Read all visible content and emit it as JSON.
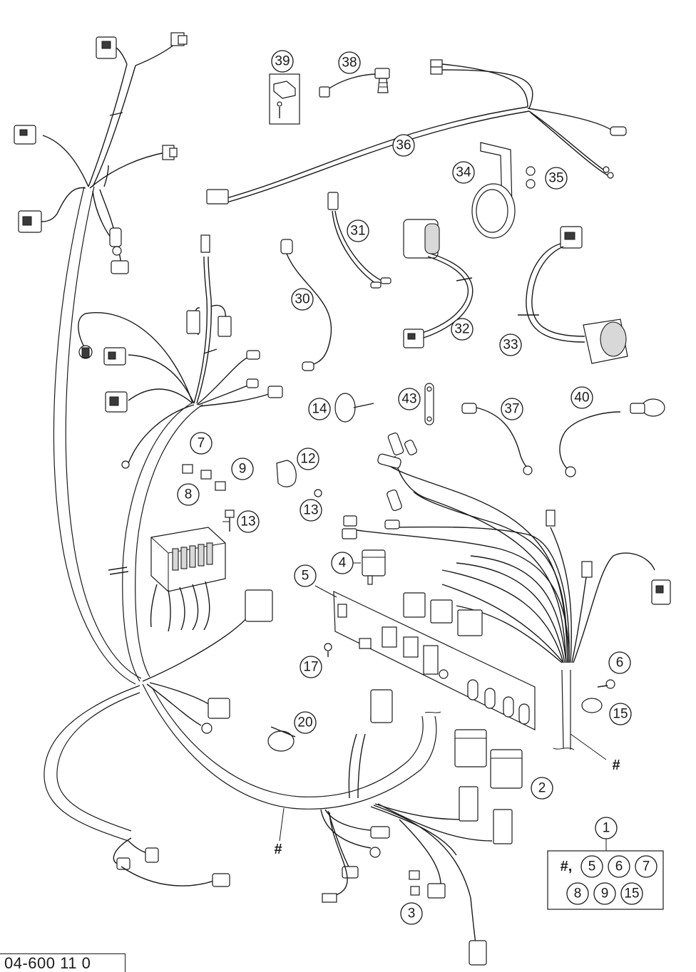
{
  "diagram": {
    "reference": "04-600 11 0",
    "callouts": [
      {
        "id": "c1",
        "label": "1"
      },
      {
        "id": "c2",
        "label": "2"
      },
      {
        "id": "c3",
        "label": "3"
      },
      {
        "id": "c4",
        "label": "4"
      },
      {
        "id": "c5",
        "label": "5"
      },
      {
        "id": "c6",
        "label": "6"
      },
      {
        "id": "c7",
        "label": "7"
      },
      {
        "id": "c8",
        "label": "8"
      },
      {
        "id": "c9",
        "label": "9"
      },
      {
        "id": "c12",
        "label": "12"
      },
      {
        "id": "c13a",
        "label": "13"
      },
      {
        "id": "c13b",
        "label": "13"
      },
      {
        "id": "c14",
        "label": "14"
      },
      {
        "id": "c15",
        "label": "15"
      },
      {
        "id": "c17",
        "label": "17"
      },
      {
        "id": "c20",
        "label": "20"
      },
      {
        "id": "c30",
        "label": "30"
      },
      {
        "id": "c31",
        "label": "31"
      },
      {
        "id": "c32",
        "label": "32"
      },
      {
        "id": "c33",
        "label": "33"
      },
      {
        "id": "c34",
        "label": "34"
      },
      {
        "id": "c35",
        "label": "35"
      },
      {
        "id": "c36",
        "label": "36"
      },
      {
        "id": "c37",
        "label": "37"
      },
      {
        "id": "c38",
        "label": "38"
      },
      {
        "id": "c39",
        "label": "39"
      },
      {
        "id": "c40",
        "label": "40"
      },
      {
        "id": "c43",
        "label": "43"
      }
    ],
    "hash_marks": [
      "#",
      "#"
    ],
    "kit_box": {
      "header": "#,",
      "items_row1": [
        "5",
        "6",
        "7"
      ],
      "items_row2": [
        "8",
        "9",
        "15"
      ]
    }
  }
}
